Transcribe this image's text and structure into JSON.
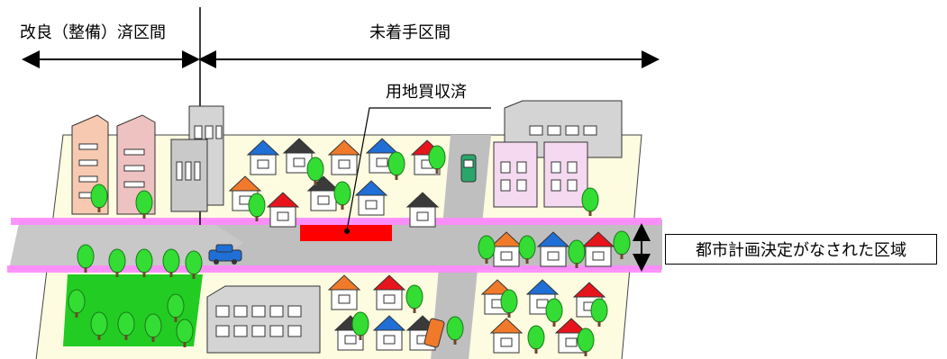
{
  "labels": {
    "improved_section": "改良（整備）済区間",
    "unimproved_section": "未着手区間",
    "land_acquired": "用地買収済",
    "planned_zone": "都市計画決定がなされた区域"
  },
  "colors": {
    "ground": "#fdfbe0",
    "road": "#bfbfbf",
    "park": "#22cc22",
    "tree": "#33dd33",
    "planning_band": "#ff88ff",
    "acquired_strip": "#ff0000",
    "roof_blue": "#1f6fd6",
    "roof_red": "#e8141c",
    "roof_orange": "#f07a2a",
    "roof_dark": "#3a3a3a",
    "building_gray": "#d4d4d4",
    "building_peach": "#f6c9b0",
    "building_pink": "#f5d9f0"
  }
}
